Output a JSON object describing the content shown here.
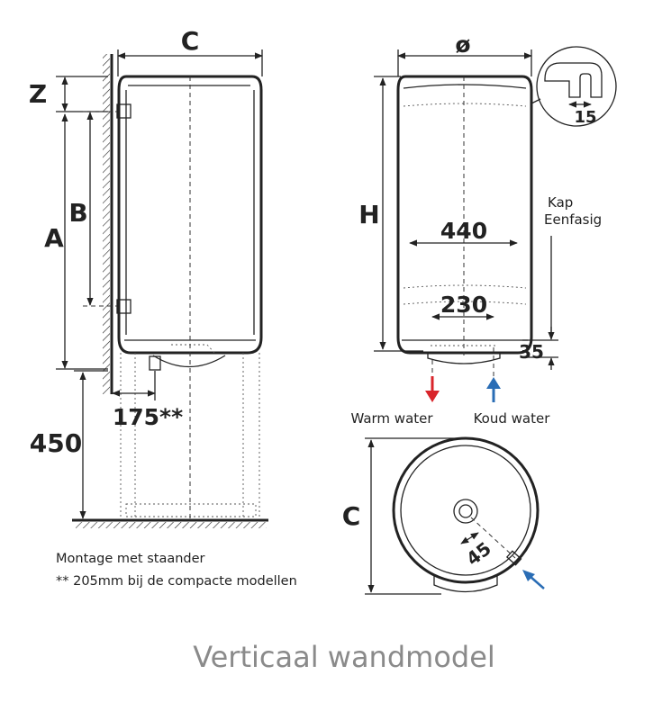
{
  "labels": {
    "c_top": "C",
    "z": "Z",
    "a": "A",
    "b": "B",
    "h": "H",
    "c_bottom": "C",
    "diameter": "ø",
    "dim_15": "15",
    "dim_440": "440",
    "dim_230": "230",
    "dim_35": "35",
    "dim_175": "175**",
    "dim_450": "450",
    "dim_45": "45",
    "kap": "Kap",
    "eenfasig": "Eenfasig",
    "warm_water": "Warm water",
    "koud_water": "Koud water",
    "note_line1": "Montage met staander",
    "note_line2": "** 205mm bij de compacte modellen",
    "title": "Verticaal wandmodel"
  },
  "colors": {
    "warm_arrow": "#d9252b",
    "cold_arrow": "#2a6db5",
    "title_text": "#8a8a8a"
  }
}
